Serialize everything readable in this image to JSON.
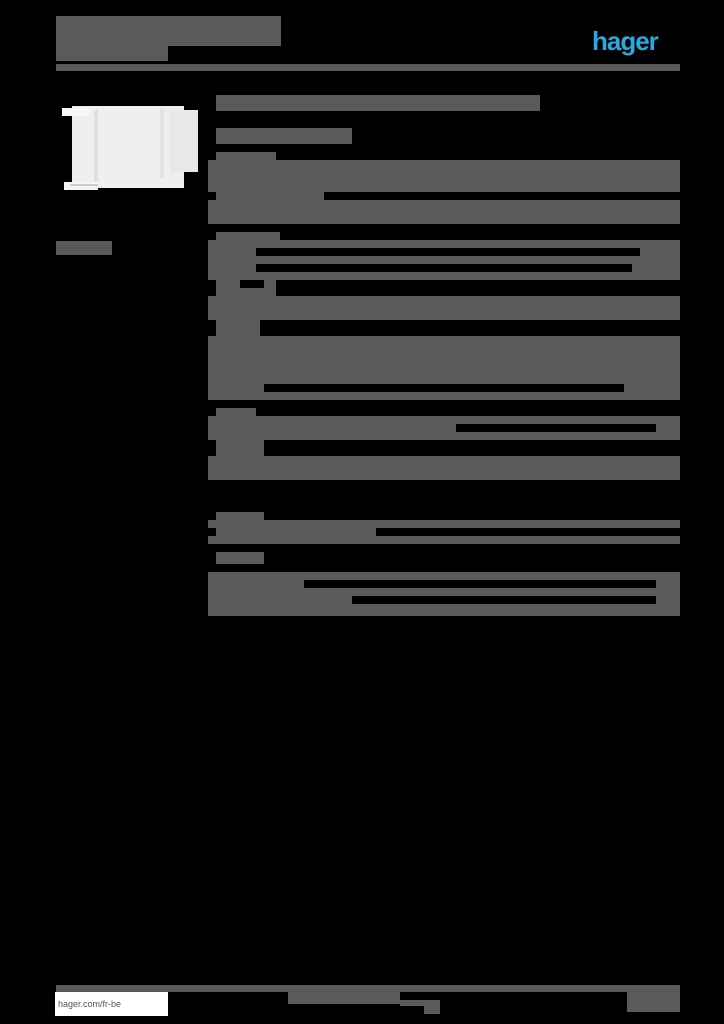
{
  "header": {
    "title_masked": "",
    "subtitle_masked": "",
    "logo_text": "hager",
    "logo_color": "#2aa8e0"
  },
  "product": {
    "image": "cable-trunking-end-cap",
    "reference_masked": ""
  },
  "sections": [
    {
      "name": "product-title"
    },
    {
      "name": "product-subtitle"
    },
    {
      "name": "description"
    },
    {
      "name": "characteristics"
    },
    {
      "name": "dimensions"
    },
    {
      "name": "material"
    },
    {
      "name": "packaging"
    },
    {
      "name": "logistics"
    }
  ],
  "footer": {
    "url": "hager.com/fr-be"
  },
  "colors": {
    "mask": "#595a59",
    "background": "#000000"
  }
}
